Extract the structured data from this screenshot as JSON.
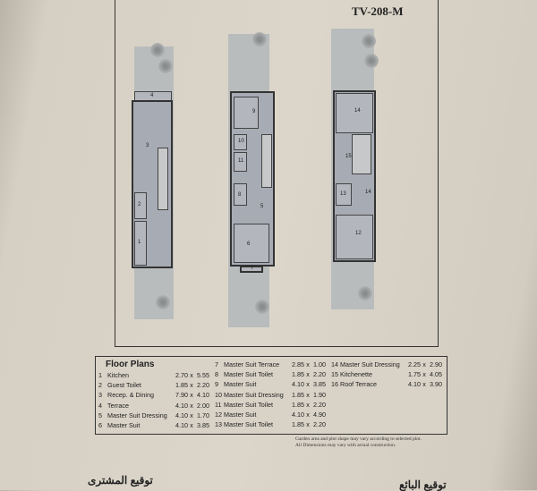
{
  "header": {
    "code": "TV-208-M"
  },
  "plans": [
    {
      "labels": [
        "4",
        "3",
        "2",
        "1"
      ]
    },
    {
      "labels": [
        "9",
        "10",
        "11",
        "8",
        "5",
        "6",
        "7"
      ]
    },
    {
      "labels": [
        "14",
        "15",
        "13",
        "14",
        "12"
      ]
    }
  ],
  "table": {
    "title": "Floor Plans",
    "separator": "x",
    "rooms": [
      {
        "no": "1",
        "name": "Kitchen",
        "w": "2.70",
        "l": "5.55"
      },
      {
        "no": "2",
        "name": "Guest Toilet",
        "w": "1.85",
        "l": "2.20"
      },
      {
        "no": "3",
        "name": "Recep. & Dining",
        "w": "7.90",
        "l": "4.10"
      },
      {
        "no": "4",
        "name": "Terrace",
        "w": "4.10",
        "l": "2.00"
      },
      {
        "no": "5",
        "name": "Master Suit Dressing",
        "w": "4.10",
        "l": "1.70"
      },
      {
        "no": "6",
        "name": "Master Suit",
        "w": "4.10",
        "l": "3.85"
      },
      {
        "no": "7",
        "name": "Master Suit Terrace",
        "w": "2.85",
        "l": "1.00"
      },
      {
        "no": "8",
        "name": "Master Suit Toilet",
        "w": "1.85",
        "l": "2.20"
      },
      {
        "no": "9",
        "name": "Master Suit",
        "w": "4.10",
        "l": "3.85"
      },
      {
        "no": "10",
        "name": "Master Suit Dressing",
        "w": "1.85",
        "l": "1.90"
      },
      {
        "no": "11",
        "name": "Master Suit Toilet",
        "w": "1.85",
        "l": "2.20"
      },
      {
        "no": "12",
        "name": "Master Suit",
        "w": "4.10",
        "l": "4.90"
      },
      {
        "no": "13",
        "name": "Master Suit Toilet",
        "w": "1.85",
        "l": "2.20"
      },
      {
        "no": "14",
        "name": "Master Suit Dressing",
        "w": "2.25",
        "l": "2.90"
      },
      {
        "no": "15",
        "name": "Kitchenette",
        "w": "1.75",
        "l": "4.05"
      },
      {
        "no": "16",
        "name": "Roof Terrace",
        "w": "4.10",
        "l": "3.90"
      }
    ]
  },
  "notes": [
    "Garden area and plot shape may vary according to selected plot.",
    "All Dimensions may vary with actual construction."
  ],
  "signatures": {
    "buyer": "توقيع المشترى",
    "seller": "توقيع البائع"
  }
}
